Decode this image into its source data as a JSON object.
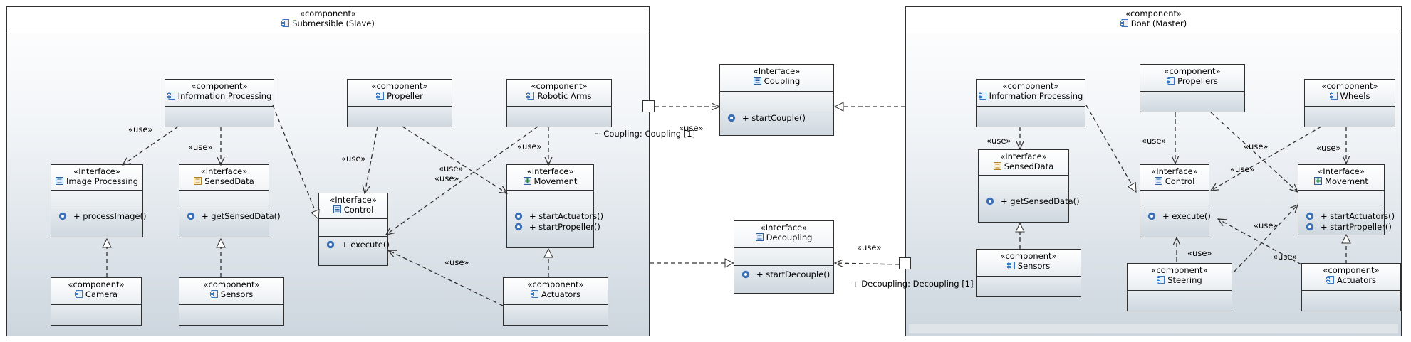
{
  "stereotypes": {
    "component": "«component»",
    "interface": "«Interface»"
  },
  "containers": {
    "slave": {
      "stereotype": "«component»",
      "name": "Submersible (Slave)"
    },
    "master": {
      "stereotype": "«component»",
      "name": "Boat (Master)"
    }
  },
  "interfaces": {
    "coupling": {
      "name": "Coupling",
      "operations": [
        "+ startCouple()"
      ]
    },
    "decoupling": {
      "name": "Decoupling",
      "operations": [
        "+ startDecouple()"
      ]
    }
  },
  "slave_nodes": {
    "info_processing": {
      "kind": "component",
      "name": "Information Processing"
    },
    "propeller": {
      "kind": "component",
      "name": "Propeller"
    },
    "robotic_arms": {
      "kind": "component",
      "name": "Robotic Arms"
    },
    "image_processing": {
      "kind": "interface",
      "name": "Image Processing",
      "operations": [
        "+ processImage()"
      ]
    },
    "sensed_data": {
      "kind": "interface",
      "name": "SensedData",
      "operations": [
        "+ getSensedData()"
      ]
    },
    "control": {
      "kind": "interface",
      "name": "Control",
      "operations": [
        "+ execute()"
      ]
    },
    "movement": {
      "kind": "interface",
      "name": "Movement",
      "operations": [
        "+ startActuators()",
        "+ startPropeller()"
      ]
    },
    "camera": {
      "kind": "component",
      "name": "Camera"
    },
    "sensors": {
      "kind": "component",
      "name": "Sensors"
    },
    "actuators": {
      "kind": "component",
      "name": "Actuators"
    }
  },
  "master_nodes": {
    "info_processing": {
      "kind": "component",
      "name": "Information Processing"
    },
    "propellers": {
      "kind": "component",
      "name": "Propellers"
    },
    "wheels": {
      "kind": "component",
      "name": "Wheels"
    },
    "sensed_data": {
      "kind": "interface",
      "name": "SensedData",
      "operations": [
        "+ getSensedData()"
      ]
    },
    "control": {
      "kind": "interface",
      "name": "Control",
      "operations": [
        "+ execute()"
      ]
    },
    "movement": {
      "kind": "interface",
      "name": "Movement",
      "operations": [
        "+ startActuators()",
        "+ startPropeller()"
      ]
    },
    "sensors": {
      "kind": "component",
      "name": "Sensors"
    },
    "steering": {
      "kind": "component",
      "name": "Steering"
    },
    "actuators": {
      "kind": "component",
      "name": "Actuators"
    }
  },
  "labels": {
    "use": "«use»",
    "coupling_port": "~ Coupling: Coupling [1]",
    "decoupling_port": "+ Decoupling: Decoupling [1]"
  },
  "colors": {
    "line": "#303030",
    "gear": "#3b6fb6",
    "interface_icon": "#2f5f9e",
    "component_icon": "#3b78c2",
    "background": "#ffffff"
  }
}
